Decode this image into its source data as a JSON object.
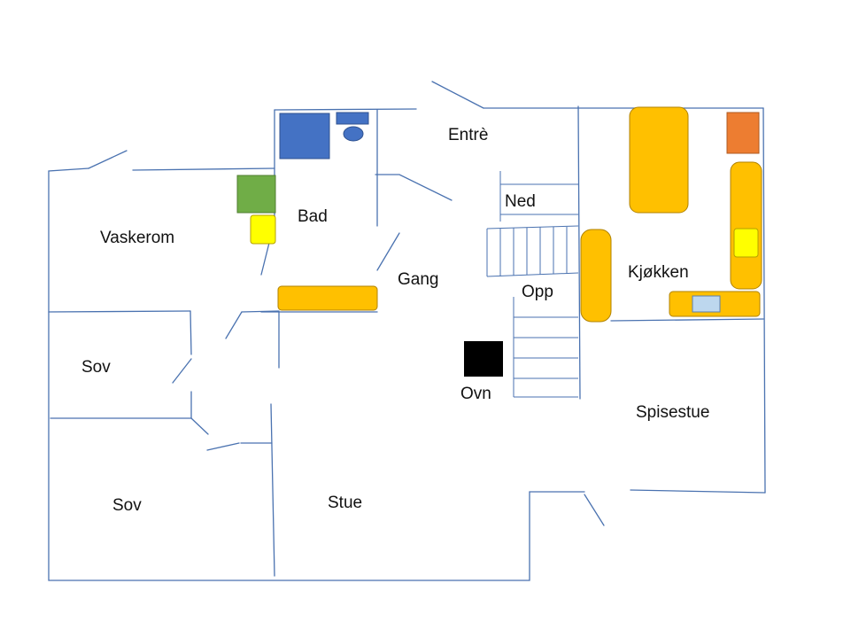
{
  "rooms": {
    "entre": "Entrè",
    "ned": "Ned",
    "bad": "Bad",
    "vaskerom": "Vaskerom",
    "gang": "Gang",
    "kjokken": "Kjøkken",
    "opp": "Opp",
    "sov_1": "Sov",
    "ovn": "Ovn",
    "spisestue": "Spisestue",
    "sov_2": "Sov",
    "stue": "Stue"
  },
  "colors": {
    "wall": "#4a72b0",
    "blue_fixture": "#4472c4",
    "green_fixture": "#70ad47",
    "yellow_fixture": "#ffff00",
    "orange_fixture": "#ffc000",
    "dark_orange_fixture": "#ed7d31",
    "black_fixture": "#000000",
    "light_blue_fixture": "#bdd7ee"
  }
}
